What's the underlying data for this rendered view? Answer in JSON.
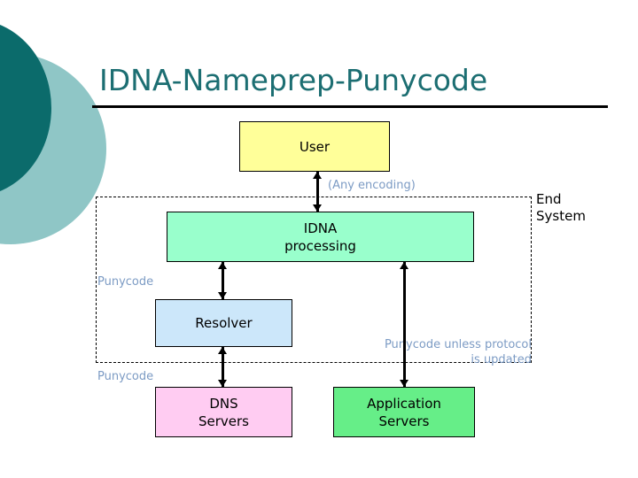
{
  "slide": {
    "title": "IDNA-Nameprep-Punycode"
  },
  "boxes": {
    "user": "User",
    "idna_line1": "IDNA",
    "idna_line2": "processing",
    "resolver": "Resolver",
    "dns_line1": "DNS",
    "dns_line2": "Servers",
    "app_line1": "Application",
    "app_line2": "Servers"
  },
  "labels": {
    "end_system_line1": "End",
    "end_system_line2": "System",
    "any_encoding": "(Any encoding)",
    "punycode_upper": "Punycode",
    "punycode_lower": "Punycode",
    "punycode_unless": "Punycode unless protocol is updated"
  },
  "colors": {
    "title": "#1C6E72",
    "deco_dark": "#0B6B6B",
    "deco_light": "#8FC6C6",
    "user_fill": "#FFFF99",
    "idna_fill": "#99FFCC",
    "resolver_fill": "#CCE7FA",
    "dns_fill": "#FFCCF2",
    "app_fill": "#66EE88",
    "note_text": "#7C9BC4",
    "border": "#000000"
  }
}
